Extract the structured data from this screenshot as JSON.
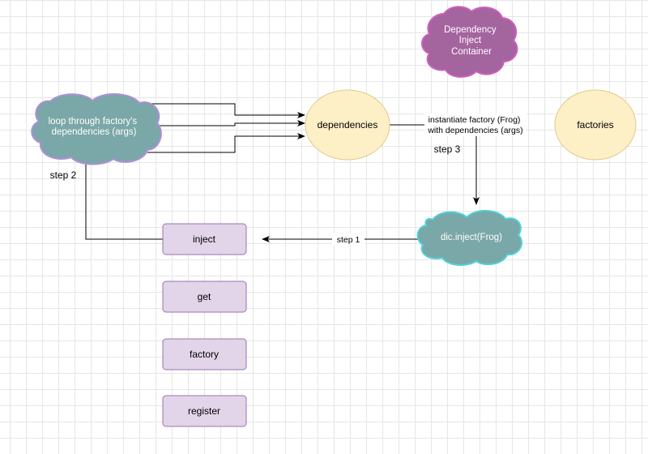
{
  "colors": {
    "cloud_teal_fill": "#7aa7a7",
    "cloud_border_purple": "#b18fd8",
    "cloud_border_cyan": "#4fd1d9",
    "cloud_purple_fill": "#a4649e",
    "cloud_purple_border": "#cc5fbf",
    "ellipse_fill": "#fdefc6",
    "ellipse_border": "#e2c98a",
    "method_fill": "#e2d4e9",
    "method_border": "#9a74ab",
    "edge": "#000000"
  },
  "nodes": {
    "container_cloud": {
      "lines": [
        "Dependency",
        "Inject",
        "Container"
      ]
    },
    "loop_cloud": {
      "lines": [
        "loop through factory's",
        "dependencies (args)"
      ]
    },
    "dependencies": {
      "label": "dependencies"
    },
    "factories": {
      "label": "factories"
    },
    "dic_inject_cloud": {
      "label": "dic.inject(Frog)"
    },
    "methods": [
      {
        "id": "inject",
        "label": "inject"
      },
      {
        "id": "get",
        "label": "get"
      },
      {
        "id": "factory",
        "label": "factory"
      },
      {
        "id": "register",
        "label": "register"
      }
    ]
  },
  "edges": {
    "step1": "step 1",
    "step2": "step 2",
    "step3": "step 3",
    "instantiate_lines": [
      "instantiate factory (Frog)",
      "with dependencies (args)"
    ]
  }
}
